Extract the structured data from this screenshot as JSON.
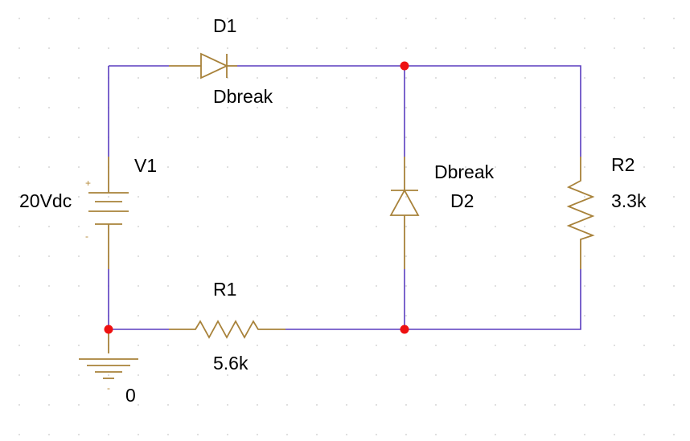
{
  "labels": {
    "d1_ref": "D1",
    "d1_model": "Dbreak",
    "d2_ref": "D2",
    "d2_model": "Dbreak",
    "v1_ref": "V1",
    "v1_value": "20Vdc",
    "v1_plus": "+",
    "v1_minus": "-",
    "r1_ref": "R1",
    "r1_value": "5.6k",
    "r2_ref": "R2",
    "r2_value": "3.3k",
    "ground_label": "0",
    "ground_minus": "-"
  },
  "colors": {
    "wire": "#5a3dbf",
    "component": "#a8823a",
    "junction": "#ee1111",
    "grid": "#c9c9c9",
    "background": "#ffffff"
  }
}
